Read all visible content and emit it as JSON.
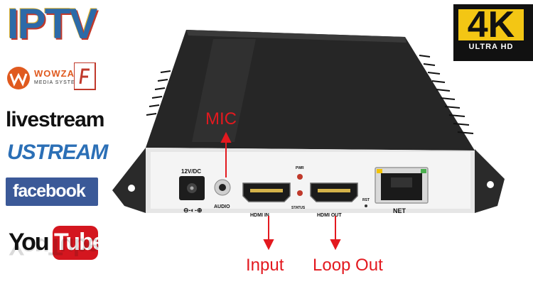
{
  "logos": {
    "iptv": "IPTV",
    "wowza": "WOWZA",
    "wowza_sub": "MEDIA SYSTEMS",
    "livestream": "livestream",
    "ustream": "USTREAM",
    "facebook": "facebook",
    "youtube_you": "You",
    "youtube_tube": "Tube"
  },
  "badge": {
    "big": "4K",
    "small": "ULTRA HD"
  },
  "device": {
    "power_label": "12V/DC",
    "audio_label": "AUDIO",
    "hdmi_in_label": "HDMI IN",
    "hdmi_out_label": "HDMI OUT",
    "pwr_led_label": "PWR",
    "status_led_label": "STATUS",
    "rst_label": "RST",
    "net_label": "NET",
    "colors": {
      "body": "#2b2b2b",
      "panel": "#f2f2f2",
      "led": "#c0392b",
      "rj45_led_green": "#4caf50",
      "rj45_led_yellow": "#f2c200"
    }
  },
  "annotations": {
    "mic": "MIC",
    "input": "Input",
    "loop_out": "Loop Out",
    "color": "#e3191f"
  }
}
